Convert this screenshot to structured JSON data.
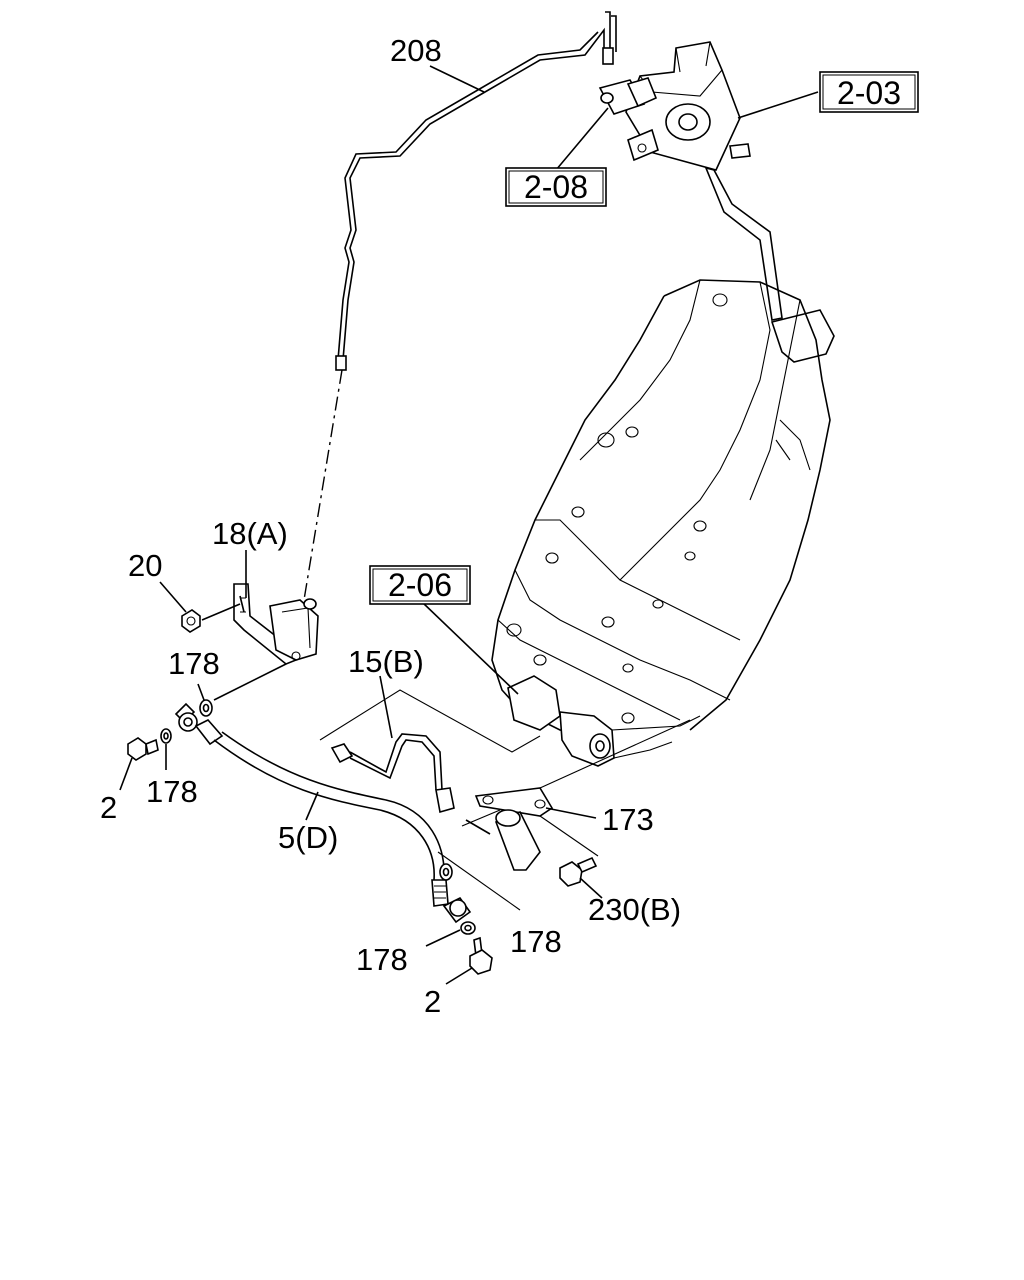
{
  "diagram": {
    "part_labels": {
      "pipe_208": "208",
      "bracket_18a": "18(A)",
      "nut_20": "20",
      "washer_178_upper": "178",
      "bolt_2_left": "2",
      "washer_178_left": "178",
      "pipe_15b": "15(B)",
      "hose_5d": "5(D)",
      "bracket_173": "173",
      "bolt_230b": "230(B)",
      "washer_178_lower_right": "178",
      "washer_178_lower": "178",
      "bolt_2_bottom": "2"
    },
    "ref_boxes": {
      "ref_2_03": "2-03",
      "ref_2_08": "2-08",
      "ref_2_06": "2-06"
    }
  }
}
